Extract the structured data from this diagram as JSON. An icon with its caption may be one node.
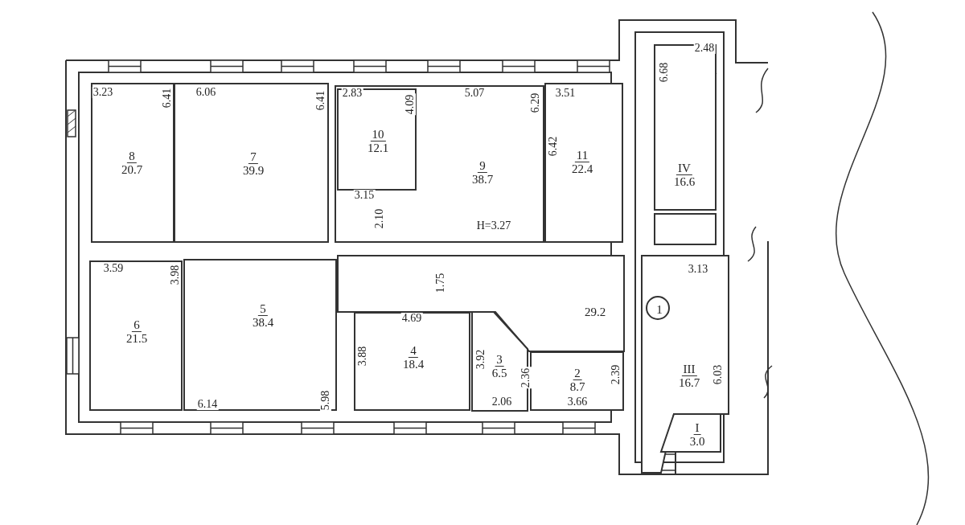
{
  "diagram": {
    "nodes": [
      {
        "text": [
          "8",
          "20.7"
        ]
      },
      {
        "text": [
          "7",
          "39.9"
        ]
      },
      {
        "text": [
          "10",
          "12.1"
        ],
        "in": 3
      },
      {
        "text": [
          "9",
          "38.7"
        ]
      },
      {
        "text": [
          "11",
          "22.4"
        ]
      },
      {
        "text": [
          "IV",
          "16.6"
        ]
      },
      {
        "text": [],
        "shape": "box"
      },
      {
        "text": [
          "6",
          "21.5"
        ]
      },
      {
        "text": [
          "5",
          "38.4"
        ]
      },
      {
        "text": [
          "29.2"
        ]
      },
      {
        "text": [
          "4",
          "18.4"
        ]
      },
      {
        "text": [
          "3",
          "6.5"
        ]
      },
      {
        "text": [
          "2",
          "8.7"
        ]
      },
      {
        "text": [
          "1"
        ],
        "in": 14
      },
      {
        "text": [
          "III",
          "16.7"
        ]
      },
      {
        "text": [
          "I",
          "3.0"
        ]
      }
    ],
    "labels": [
      "3.23",
      "6.41",
      "6.06",
      "6.41",
      "2.83",
      "4.09",
      "5.07",
      "6.29",
      "3.51",
      "6.68",
      "2.48",
      "6.42",
      "3.15",
      "2.10",
      "H=3.27",
      "3.59",
      "3.98",
      "1.75",
      "3.13",
      "4.69",
      "3.88",
      "3.92",
      "2.36",
      "2.39",
      "6.03",
      "6.14",
      "5.98",
      "2.06",
      "3.66"
    ]
  }
}
